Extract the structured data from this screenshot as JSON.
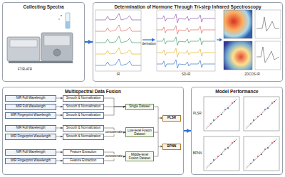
{
  "diagram": {
    "nodes": [
      {
        "text": [
          "Collecting Spectra"
        ]
      },
      {
        "text": [
          "Determination of Hormone Through Tri-step Infrared Spectroscopy"
        ]
      },
      {
        "text": [
          "Multispectral Data Fusion"
        ]
      },
      {
        "text": [
          "NIR Full Wavelength"
        ],
        "in": 2
      },
      {
        "text": [
          "MIR Full Wavelength"
        ],
        "in": 2
      },
      {
        "text": [
          "MIR Fingerprint Wavelength"
        ],
        "in": 2
      },
      {
        "text": [
          "Smooth & Normalization"
        ],
        "in": 2
      },
      {
        "text": [
          "Smooth & Normalization"
        ],
        "in": 2
      },
      {
        "text": [
          "Smooth & Normalization"
        ],
        "in": 2
      },
      {
        "text": [
          "Single Dataset"
        ],
        "in": 2
      },
      {
        "text": [
          "NIR Full Wavelength"
        ],
        "in": 2
      },
      {
        "text": [
          "MIR Fingerprint Wavelength"
        ],
        "in": 2
      },
      {
        "text": [
          "Smooth & Normalization"
        ],
        "in": 2
      },
      {
        "text": [
          "Smooth & Normalization"
        ],
        "in": 2
      },
      {
        "text": [
          "Low-level Fusion Dataset"
        ],
        "in": 2
      },
      {
        "text": [
          "NIR Full Wavelength"
        ],
        "in": 2
      },
      {
        "text": [
          "MIR Fingerprint Wavelength"
        ],
        "in": 2
      },
      {
        "text": [
          "Feature Extraction"
        ],
        "in": 2
      },
      {
        "text": [
          "Feature Extraction"
        ],
        "in": 2
      },
      {
        "text": [
          "Middle-level Fusion Dataset"
        ],
        "in": 2
      },
      {
        "text": [
          "PLSR"
        ],
        "in": 2
      },
      {
        "text": [
          "BPNN"
        ],
        "in": 2
      },
      {
        "text": [
          "Model Performance"
        ]
      }
    ],
    "edges": [
      {
        "from": 0,
        "to": 1,
        "arrow": "to"
      },
      {
        "from": 3,
        "to": 6,
        "arrow": "to"
      },
      {
        "from": 4,
        "to": 7,
        "arrow": "to"
      },
      {
        "from": 5,
        "to": 8,
        "arrow": "to"
      },
      {
        "from": 6,
        "to": 9,
        "arrow": "to"
      },
      {
        "from": 7,
        "to": 9,
        "arrow": "to"
      },
      {
        "from": 8,
        "to": 9,
        "arrow": "to"
      },
      {
        "from": 10,
        "to": 12,
        "arrow": "to"
      },
      {
        "from": 11,
        "to": 13,
        "arrow": "to"
      },
      {
        "from": 12,
        "to": 14,
        "arrow": "to"
      },
      {
        "from": 13,
        "to": 14,
        "arrow": "to"
      },
      {
        "from": 15,
        "to": 17,
        "arrow": "to"
      },
      {
        "from": 16,
        "to": 18,
        "arrow": "to"
      },
      {
        "from": 17,
        "to": 19,
        "arrow": "to"
      },
      {
        "from": 18,
        "to": 19,
        "arrow": "to"
      },
      {
        "from": 2,
        "to": 22,
        "arrow": "to"
      }
    ],
    "labels": [
      "FTIR-ATR",
      "IR",
      "SD-IR",
      "derivation",
      "2DCOS-IR",
      "concatenate",
      "concatenate",
      "PLSR",
      "BPNN"
    ]
  }
}
